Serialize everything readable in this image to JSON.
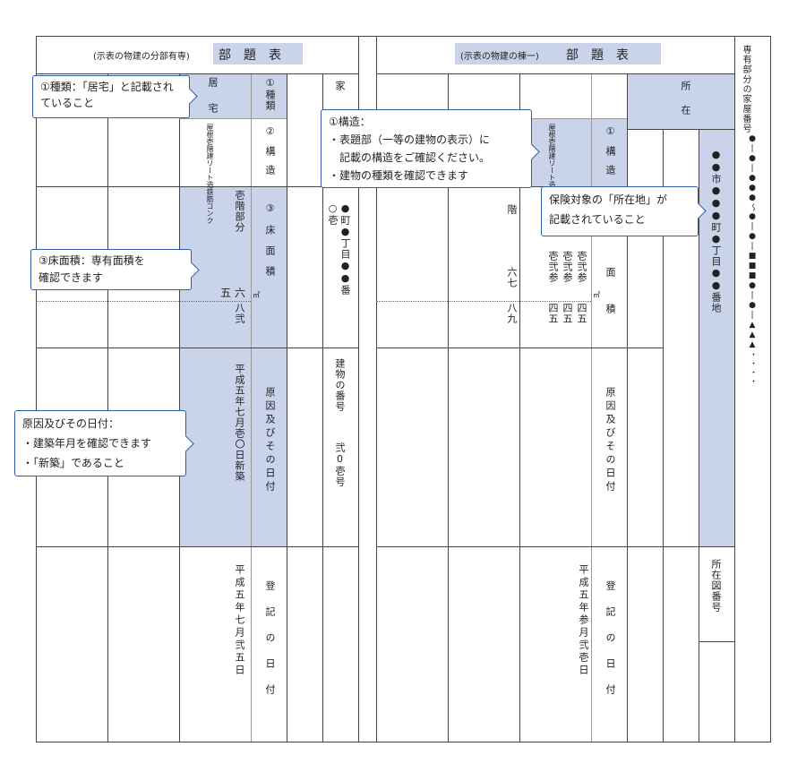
{
  "left_form": {
    "heading_note": "(示表の物建の分部有専)",
    "heading_title": "部題表",
    "header_kind": "居宅",
    "header_kind_label": "①種類",
    "header_structure": "屋根壱階建リート造鉄筋コンク",
    "header_structure_label": "②構造",
    "floor_label": "壱階部分",
    "area_label": "③床面積",
    "area_value_int": "五六",
    "area_value_dec": "八弐",
    "area_unit": "㎡",
    "cause_label": "原因及びその日付",
    "cause_value": "平成五年七月壱〇日新築",
    "reg_label": "登記の日付",
    "reg_value": "平成五年七月弐五日",
    "house_col_label": "家",
    "house_number_addr": "●町●丁目●●番",
    "house_number_addr2": "○壱",
    "building_number_label": "建物の番号",
    "building_number_value": "弐0壱号"
  },
  "right_form": {
    "heading_note": "(示表の物建の棟一)",
    "heading_title": "部題表",
    "location_label": "所在",
    "structure_small": "屋根壱階建リート造鉄筋コンク",
    "structure_label": "①構造",
    "floor_label": "階",
    "floor_nums": "六七",
    "floor_nums2": "八九",
    "area_col1": "壱弐参",
    "area_col2": "壱弐参",
    "area_col3": "壱弐参",
    "area_col1b": "四五",
    "area_col2b": "四五",
    "area_col3b": "四五",
    "area_label": "面積",
    "area_unit": "㎡",
    "cause_label": "原因及びその日付",
    "reg_label": "登記の日付",
    "reg_value": "平成五年参月弐壱日",
    "location_value": "●●市●●●町●丁目●●番地",
    "map_number_label": "所在図番号",
    "owner_col_label": "専有部分の家屋番号",
    "owner_col_value": "●|●|●●●〜●|●|■■■●|●|▲▲▲・・・・"
  },
  "callouts": {
    "kind": "①種類：「居宅」と記載されていること",
    "structure_line1": "①構造：",
    "structure_line2": "・表題部（一等の建物の表示）に",
    "structure_line3": "　記載の構造をご確認ください。",
    "structure_line4": "・建物の種類を確認できます",
    "location_line1": "保険対象の「所在地」が",
    "location_line2": "記載されていること",
    "area_line1": "③床面積：専有面積を",
    "area_line2": "確認できます",
    "cause_line1": "原因及びその日付：",
    "cause_line2": "・建築年月を確認できます",
    "cause_line3": "・「新築」であること"
  },
  "colors": {
    "highlight": "#c9d3ea",
    "callout_border": "#2f5ea8",
    "rule": "#444444"
  }
}
